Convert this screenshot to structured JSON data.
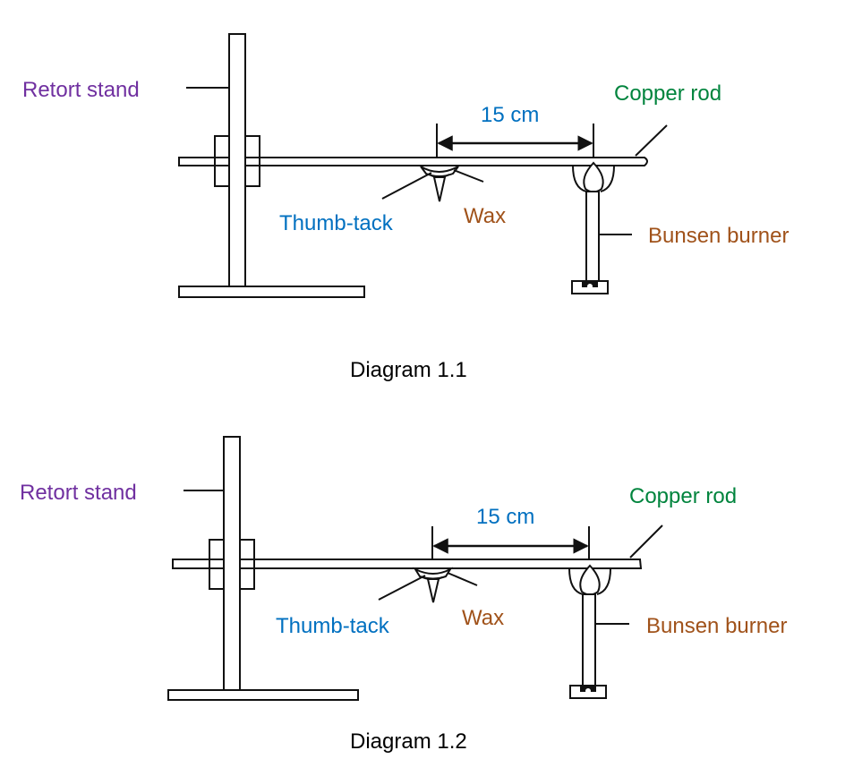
{
  "colors": {
    "retort_stand": "#7030a0",
    "copper_rod": "#00843d",
    "distance": "#0070c0",
    "thumb_tack": "#0070c0",
    "wax": "#a0521a",
    "bunsen_burner": "#a0521a",
    "caption": "#000000"
  },
  "diagrams": [
    {
      "labels": {
        "retort_stand": "Retort stand",
        "copper_rod": "Copper rod",
        "distance": "15 cm",
        "thumb_tack": "Thumb-tack",
        "wax": "Wax",
        "bunsen_burner": "Bunsen burner"
      },
      "caption": "Diagram 1.1"
    },
    {
      "labels": {
        "retort_stand": "Retort stand",
        "copper_rod": "Copper rod",
        "distance": "15 cm",
        "thumb_tack": "Thumb-tack",
        "wax": "Wax",
        "bunsen_burner": "Bunsen burner"
      },
      "caption": "Diagram 1.2"
    }
  ]
}
